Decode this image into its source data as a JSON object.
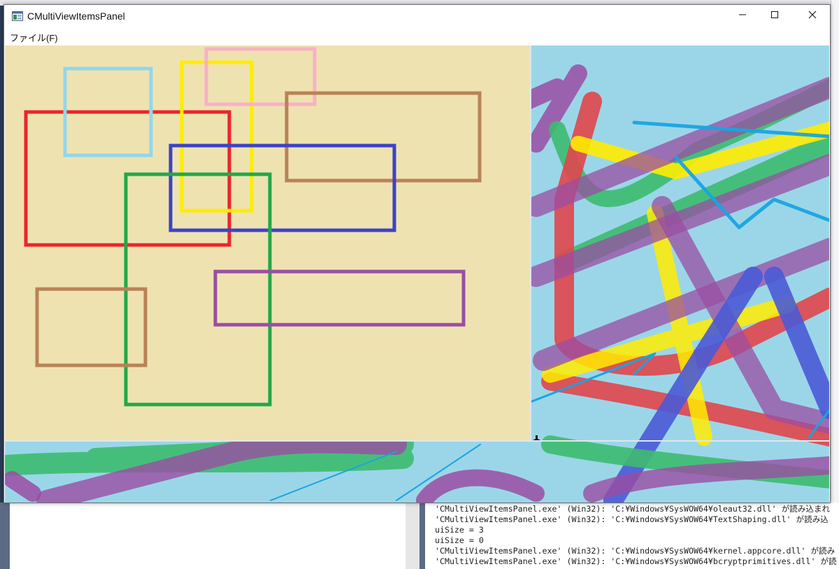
{
  "window": {
    "title": "CMultiViewItemsPanel",
    "minimize_icon": "minimize-icon",
    "maximize_icon": "maximize-icon",
    "close_icon": "close-icon"
  },
  "menu": {
    "file_label": "ファイル(F)"
  },
  "output": {
    "lines": [
      "'CMultiViewItemsPanel.exe' (Win32): 'C:¥Windows¥SysWOW64¥oleaut32.dll' が読み込まれ",
      "'CMultiViewItemsPanel.exe' (Win32): 'C:¥Windows¥SysWOW64¥TextShaping.dll' が読み込",
      "uiSize = 3",
      "uiSize = 0",
      "'CMultiViewItemsPanel.exe' (Win32): 'C:¥Windows¥SysWOW64¥kernel.appcore.dll' が読み",
      "'CMultiViewItemsPanel.exe' (Win32): 'C:¥Windows¥SysWOW64¥bcryptprimitives.dll' が読"
    ]
  },
  "colors": {
    "panel_background": "#efe2b1",
    "canvas_background": "#9bd6e8",
    "red": "#e8262b",
    "light_blue": "#93d6ea",
    "yellow": "#ffec00",
    "pink": "#f7b1c5",
    "brown": "#b98257",
    "blue": "#3d43c6",
    "green": "#22a849",
    "purple": "#9a4ea3"
  }
}
